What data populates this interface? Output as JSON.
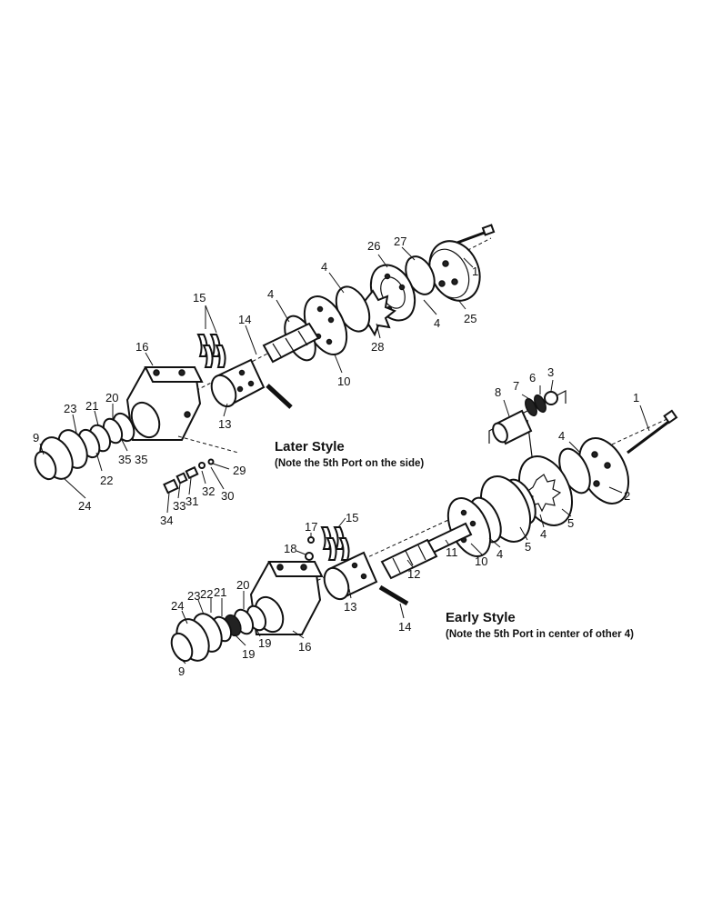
{
  "later_style": {
    "title": "Later Style",
    "note": "(Note the 5th Port on the side)",
    "callouts": [
      {
        "id": "l1",
        "label": "1"
      },
      {
        "id": "l25",
        "label": "25"
      },
      {
        "id": "l27",
        "label": "27"
      },
      {
        "id": "l26",
        "label": "26"
      },
      {
        "id": "l4a",
        "label": "4"
      },
      {
        "id": "l4b",
        "label": "4"
      },
      {
        "id": "l4c",
        "label": "4"
      },
      {
        "id": "l28",
        "label": "28"
      },
      {
        "id": "l10",
        "label": "10"
      },
      {
        "id": "l15",
        "label": "15"
      },
      {
        "id": "l14",
        "label": "14"
      },
      {
        "id": "l16",
        "label": "16"
      },
      {
        "id": "l13",
        "label": "13"
      },
      {
        "id": "l23",
        "label": "23"
      },
      {
        "id": "l21",
        "label": "21"
      },
      {
        "id": "l20",
        "label": "20"
      },
      {
        "id": "l9",
        "label": "9"
      },
      {
        "id": "l35a",
        "label": "35"
      },
      {
        "id": "l35b",
        "label": "35"
      },
      {
        "id": "l22",
        "label": "22"
      },
      {
        "id": "l24",
        "label": "24"
      },
      {
        "id": "l29",
        "label": "29"
      },
      {
        "id": "l30",
        "label": "30"
      },
      {
        "id": "l32",
        "label": "32"
      },
      {
        "id": "l31",
        "label": "31"
      },
      {
        "id": "l33",
        "label": "33"
      },
      {
        "id": "l34",
        "label": "34"
      }
    ]
  },
  "early_style": {
    "title": "Early Style",
    "note": "(Note the 5th Port in center of other 4)",
    "callouts": [
      {
        "id": "e3",
        "label": "3"
      },
      {
        "id": "e6",
        "label": "6"
      },
      {
        "id": "e7",
        "label": "7"
      },
      {
        "id": "e8",
        "label": "8"
      },
      {
        "id": "e1",
        "label": "1"
      },
      {
        "id": "e4a",
        "label": "4"
      },
      {
        "id": "e2",
        "label": "2"
      },
      {
        "id": "e5a",
        "label": "5"
      },
      {
        "id": "e4b",
        "label": "4"
      },
      {
        "id": "e5b",
        "label": "5"
      },
      {
        "id": "e4c",
        "label": "4"
      },
      {
        "id": "e10",
        "label": "10"
      },
      {
        "id": "e11",
        "label": "11"
      },
      {
        "id": "e12",
        "label": "12"
      },
      {
        "id": "e15",
        "label": "15"
      },
      {
        "id": "e17",
        "label": "17"
      },
      {
        "id": "e18",
        "label": "18"
      },
      {
        "id": "e13",
        "label": "13"
      },
      {
        "id": "e14",
        "label": "14"
      },
      {
        "id": "e16",
        "label": "16"
      },
      {
        "id": "e20",
        "label": "20"
      },
      {
        "id": "e19a",
        "label": "19"
      },
      {
        "id": "e19b",
        "label": "19"
      },
      {
        "id": "e21",
        "label": "21"
      },
      {
        "id": "e22",
        "label": "22"
      },
      {
        "id": "e23",
        "label": "23"
      },
      {
        "id": "e24",
        "label": "24"
      },
      {
        "id": "e9",
        "label": "9"
      }
    ]
  }
}
